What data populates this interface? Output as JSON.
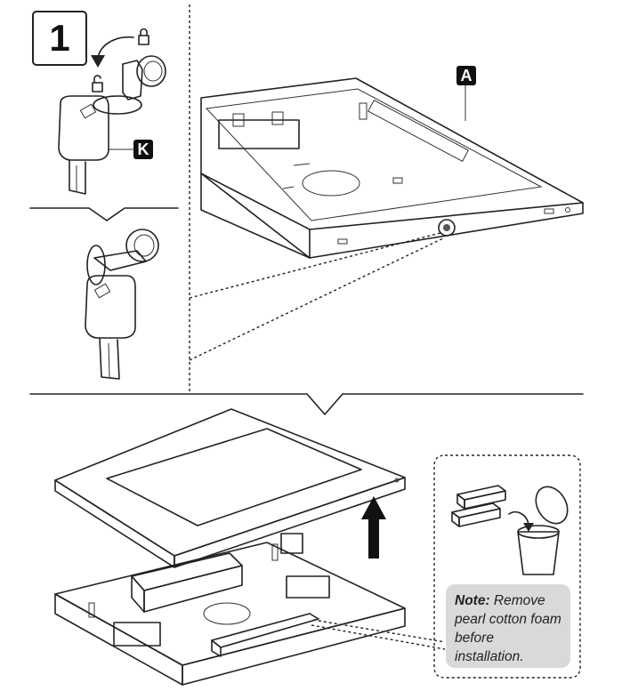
{
  "step_number": "1",
  "labels": {
    "lock_housing": "A",
    "key": "K"
  },
  "note": {
    "prefix": "Note:",
    "text": "Remove pearl cotton foam before installation."
  },
  "icons": [
    "lock-closed-icon",
    "lock-open-icon",
    "curved-arrow-icon",
    "up-arrow-icon",
    "trash-bin-icon"
  ]
}
